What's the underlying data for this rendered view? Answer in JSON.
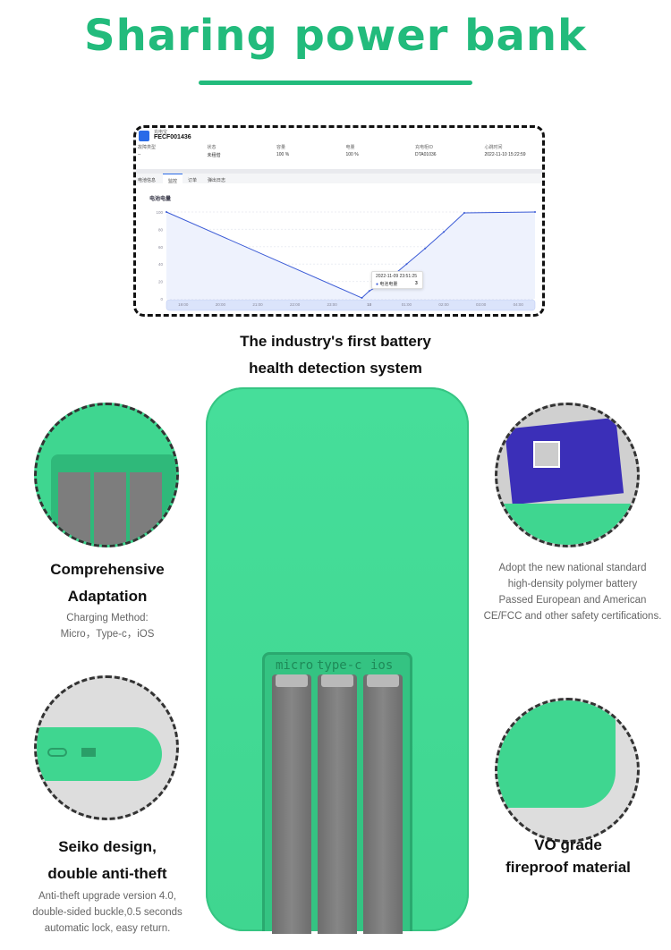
{
  "title": "Sharing power bank",
  "screenshot": {
    "device_label": "充电宝",
    "device_id": "FECF001436",
    "fields": [
      {
        "label": "故障类型",
        "value": "--"
      },
      {
        "label": "状态",
        "value": "未租借"
      },
      {
        "label": "容量",
        "value": "100 %"
      },
      {
        "label": "电量",
        "value": "100 %"
      },
      {
        "label": "充电柜ID",
        "value": "DTA01036"
      },
      {
        "label": "心跳时间",
        "value": "2022-11-10 15:22:59"
      }
    ],
    "tabs": [
      "电池信息",
      "监控",
      "订单",
      "弹出日志"
    ],
    "active_tab": "监控",
    "tooltip": {
      "time": "2022-11-09 23:51:25",
      "series": "电池电量",
      "value": "3"
    }
  },
  "chart_data": {
    "type": "line",
    "title": "电池电量",
    "xlabel": "",
    "ylabel": "",
    "ylim": [
      0,
      100
    ],
    "yticks": [
      "0",
      "20",
      "40",
      "60",
      "80",
      "100"
    ],
    "xticks": [
      "19:00",
      "20:00",
      "21:00",
      "22:00",
      "23:00",
      "10",
      "01:00",
      "02:00",
      "03:00",
      "04:00"
    ],
    "xlim_hours": [
      18.55,
      28.45
    ],
    "x_hours": [
      18.55,
      23.8,
      24.0,
      24.5,
      25.0,
      25.5,
      26.0,
      26.55,
      28.45
    ],
    "values": [
      100,
      1,
      9,
      22,
      40,
      58,
      77,
      99,
      100
    ],
    "series_name": "电池电量",
    "grid": true
  },
  "caption_main": [
    "The industry's first battery",
    "health detection system"
  ],
  "left_top": {
    "title": [
      "Comprehensive",
      "Adaptation"
    ],
    "desc": [
      "Charging Method:",
      "Micro，Type-c，iOS"
    ]
  },
  "right_top": {
    "desc": [
      "Adopt the new national standard",
      "high-density polymer battery",
      "Passed European and American",
      "CE/FCC and other safety certifications."
    ]
  },
  "left_bottom": {
    "title": [
      "Seiko design,",
      "double anti-theft"
    ],
    "desc": [
      "Anti-theft upgrade version 4.0,",
      "double-sided buckle,0.5 seconds",
      "automatic lock, easy return."
    ]
  },
  "right_bottom": {
    "title": [
      "VO grade",
      "fireproof material"
    ]
  },
  "cable_labels": [
    "micro",
    "type-c",
    "ios"
  ],
  "colors": {
    "brand": "#22bb7c",
    "line": "#3b5bd6"
  }
}
